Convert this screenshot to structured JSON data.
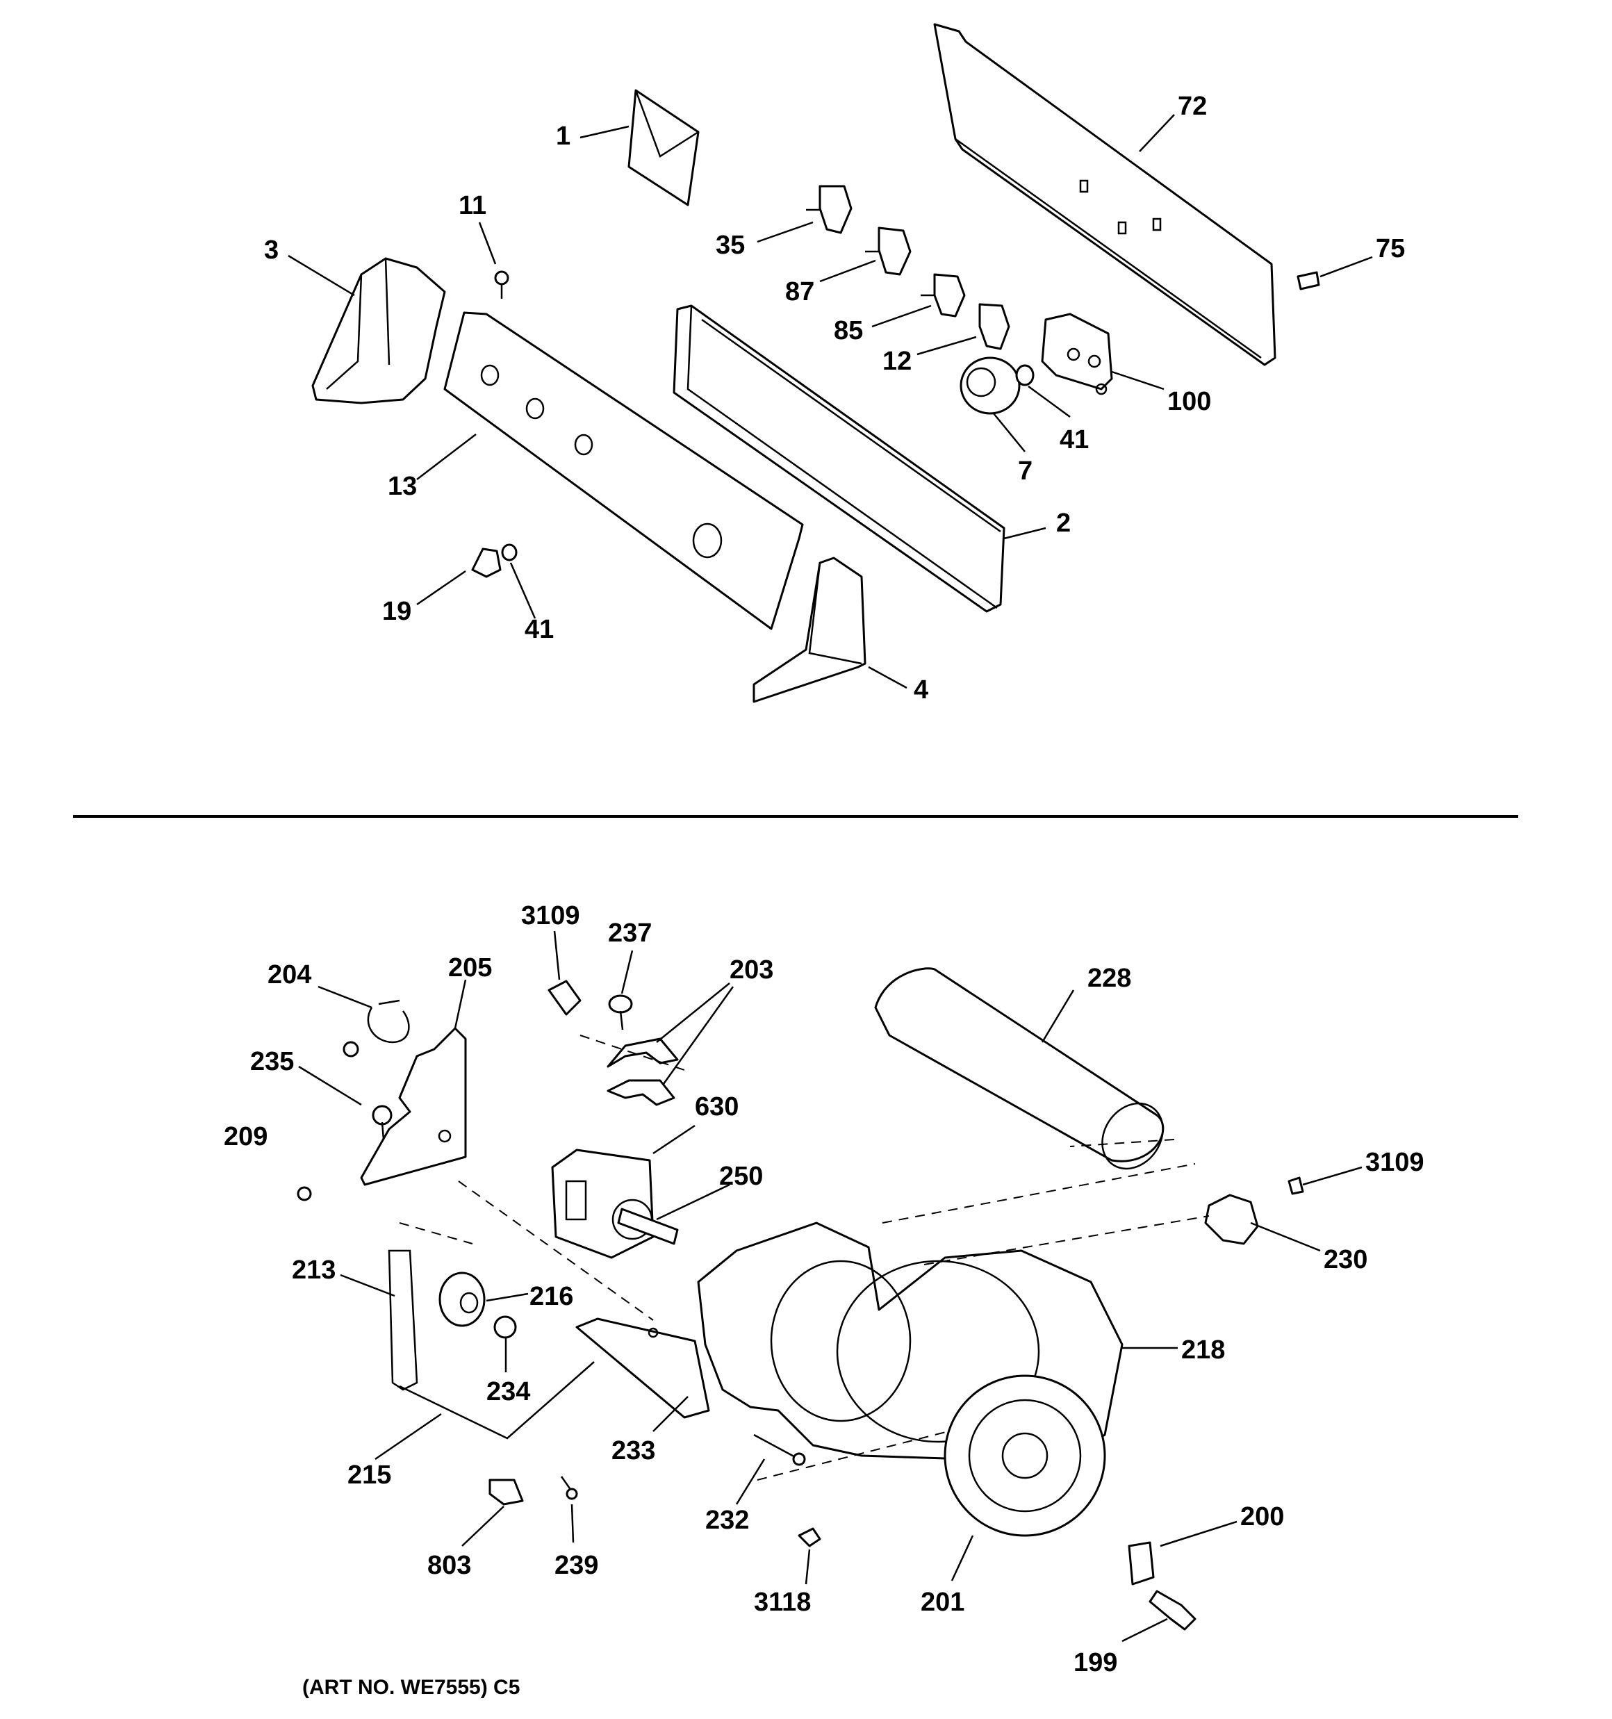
{
  "diagram": {
    "upper_callouts": [
      "1",
      "72",
      "11",
      "3",
      "35",
      "75",
      "87",
      "85",
      "12",
      "100",
      "7",
      "41",
      "13",
      "2",
      "19",
      "41",
      "4"
    ],
    "lower_callouts": [
      "3109",
      "237",
      "203",
      "204",
      "205",
      "228",
      "235",
      "630",
      "209",
      "250",
      "3109",
      "230",
      "213",
      "216",
      "218",
      "234",
      "215",
      "233",
      "232",
      "200",
      "803",
      "239",
      "3118",
      "201",
      "199"
    ],
    "art_number": "(ART NO. WE7555) C5"
  }
}
